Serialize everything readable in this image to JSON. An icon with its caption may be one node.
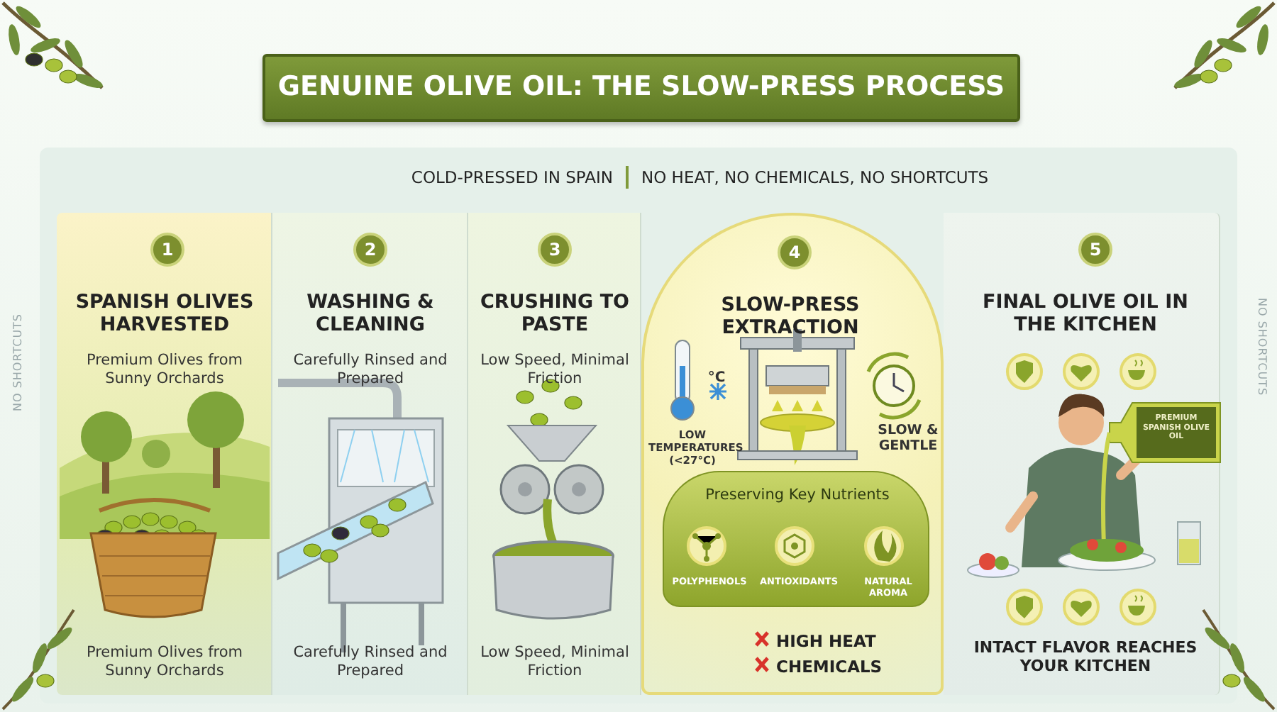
{
  "diagram": {
    "title": "GENUINE OLIVE OIL: THE SLOW-PRESS PROCESS",
    "nodes": [
      {
        "text": [
          "SPANISH OLIVES HARVESTED",
          "Premium Olives from Sunny Orchards",
          "Premium Olives from Sunny Orchards"
        ]
      },
      {
        "text": [
          "1"
        ],
        "in": 0
      },
      {
        "text": [
          "WASHING & CLEANING",
          "Carefully Rinsed and Prepared",
          "Carefully Rinsed and Prepared"
        ]
      },
      {
        "text": [
          "2"
        ],
        "in": 2
      },
      {
        "text": [
          "CRUSHING TO PASTE",
          "Low Speed, Minimal Friction",
          "Low Speed, Minimal Friction"
        ]
      },
      {
        "text": [
          "3"
        ],
        "in": 4
      },
      {
        "text": [
          "SLOW-PRESS EXTRACTION",
          "°C",
          "LOW TEMPERATURES (<27°C)",
          "SLOW & GENTLE",
          "HIGH HEAT",
          "CHEMICALS"
        ]
      },
      {
        "text": [
          "4"
        ],
        "in": 6
      },
      {
        "text": [
          "Preserving Key Nutrients",
          "POLYPHENOLS",
          "ANTIOXIDANTS",
          "NATURAL AROMA"
        ],
        "in": 6
      },
      {
        "text": [
          "FINAL OLIVE OIL IN THE KITCHEN",
          "PREMIUM SPANISH OLIVE OIL",
          "INTACT FLAVOR REACHES YOUR KITCHEN"
        ]
      },
      {
        "text": [
          "5"
        ],
        "in": 9
      }
    ],
    "labels": [
      "COLD-PRESSED IN SPAIN",
      "NO HEAT, NO CHEMICALS, NO SHORTCUTS",
      "NO SHORTCUTS",
      "NO SHORTCUTS"
    ]
  }
}
